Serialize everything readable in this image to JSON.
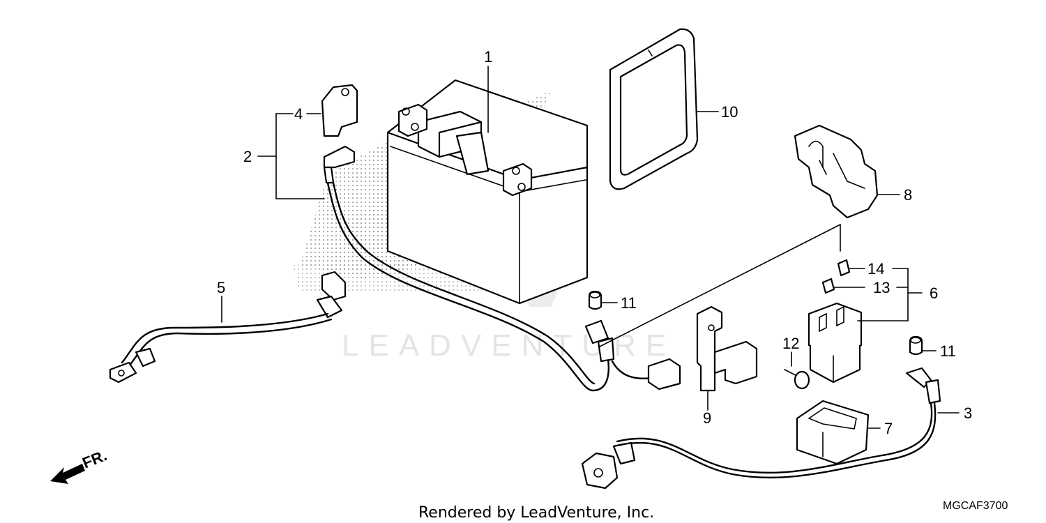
{
  "watermark": {
    "text": "LEADVENTURE"
  },
  "footer": {
    "rendered_by": "Rendered by LeadVenture, Inc.",
    "diagram_code": "MGCAF3700"
  },
  "direction": {
    "label": "FR."
  },
  "callouts": [
    {
      "id": "c1",
      "label": "1"
    },
    {
      "id": "c2",
      "label": "2"
    },
    {
      "id": "c3",
      "label": "3"
    },
    {
      "id": "c4",
      "label": "4"
    },
    {
      "id": "c5",
      "label": "5"
    },
    {
      "id": "c6",
      "label": "6"
    },
    {
      "id": "c7",
      "label": "7"
    },
    {
      "id": "c8",
      "label": "8"
    },
    {
      "id": "c9",
      "label": "9"
    },
    {
      "id": "c10",
      "label": "10"
    },
    {
      "id": "c11a",
      "label": "11"
    },
    {
      "id": "c11b",
      "label": "11"
    },
    {
      "id": "c12",
      "label": "12"
    },
    {
      "id": "c13",
      "label": "13"
    },
    {
      "id": "c14",
      "label": "14"
    }
  ]
}
